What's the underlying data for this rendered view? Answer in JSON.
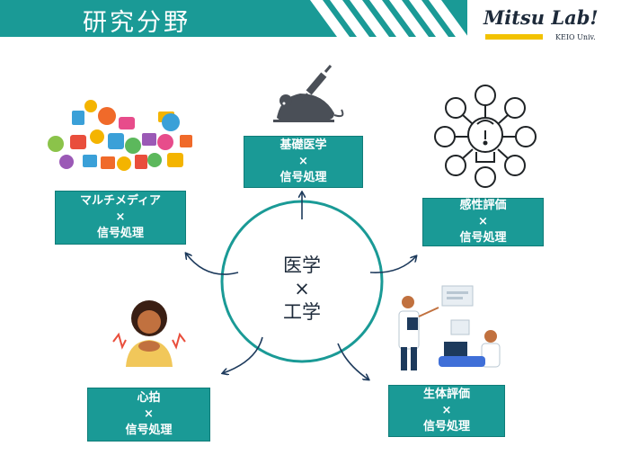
{
  "header": {
    "title": "研究分野"
  },
  "logo": {
    "name": "Mitsu Lab!",
    "sub": "KEIO Univ."
  },
  "center": {
    "line1": "医学",
    "line2": "×",
    "line3": "工学"
  },
  "fields": {
    "medical": {
      "line1": "基礎医学",
      "line2": "×",
      "line3": "信号処理"
    },
    "multimedia": {
      "line1": "マルチメディア",
      "line2": "×",
      "line3": "信号処理"
    },
    "kansei": {
      "line1": "感性評価",
      "line2": "×",
      "line3": "信号処理"
    },
    "heartbeat": {
      "line1": "心拍",
      "line2": "×",
      "line3": "信号処理"
    },
    "bio": {
      "line1": "生体評価",
      "line2": "×",
      "line3": "信号処理"
    }
  },
  "colors": {
    "teal": "#1a9a96",
    "navy": "#1d3a5c",
    "accent_yellow": "#f2c200"
  }
}
